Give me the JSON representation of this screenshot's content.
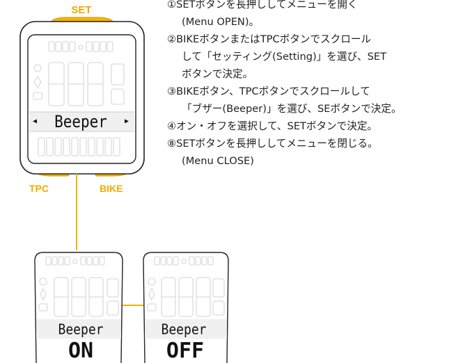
{
  "labels": {
    "set": "SET",
    "tpc": "TPC",
    "bike": "BIKE"
  },
  "device_screen": {
    "text": "Beeper",
    "left_arrow": "◀",
    "right_arrow": "▶"
  },
  "bottom_screens": [
    {
      "top_text": "Beeper",
      "value": "ON"
    },
    {
      "top_text": "Beeper",
      "value": "OFF"
    }
  ],
  "instructions": [
    {
      "text": "①SETボタンを長押ししてメニューを開く",
      "indent": false
    },
    {
      "text": "(Menu OPEN)。",
      "indent": true
    },
    {
      "text": "②BIKEボタンまたはTPCボタンでスクロール",
      "indent": false
    },
    {
      "text": "して「セッティング(Setting)」を選び、SET",
      "indent": true
    },
    {
      "text": "ボタンで決定。",
      "indent": true
    },
    {
      "text": "③BIKEボタン、TPCボタンでスクロールして",
      "indent": false
    },
    {
      "text": "「ブザー(Beeper)」を選び、SEボタンで決定。",
      "indent": true
    },
    {
      "text": "④オン・オフを選択して、SETボタンで決定。",
      "indent": false
    },
    {
      "text": "⑧SETボタンを長押ししてメニューを閉じる。",
      "indent": false
    },
    {
      "text": "(Menu CLOSE)",
      "indent": true
    }
  ],
  "colors": {
    "accent": "#f0b100",
    "outline": "#222222",
    "lcd_ghost": "#e4e4e4"
  }
}
